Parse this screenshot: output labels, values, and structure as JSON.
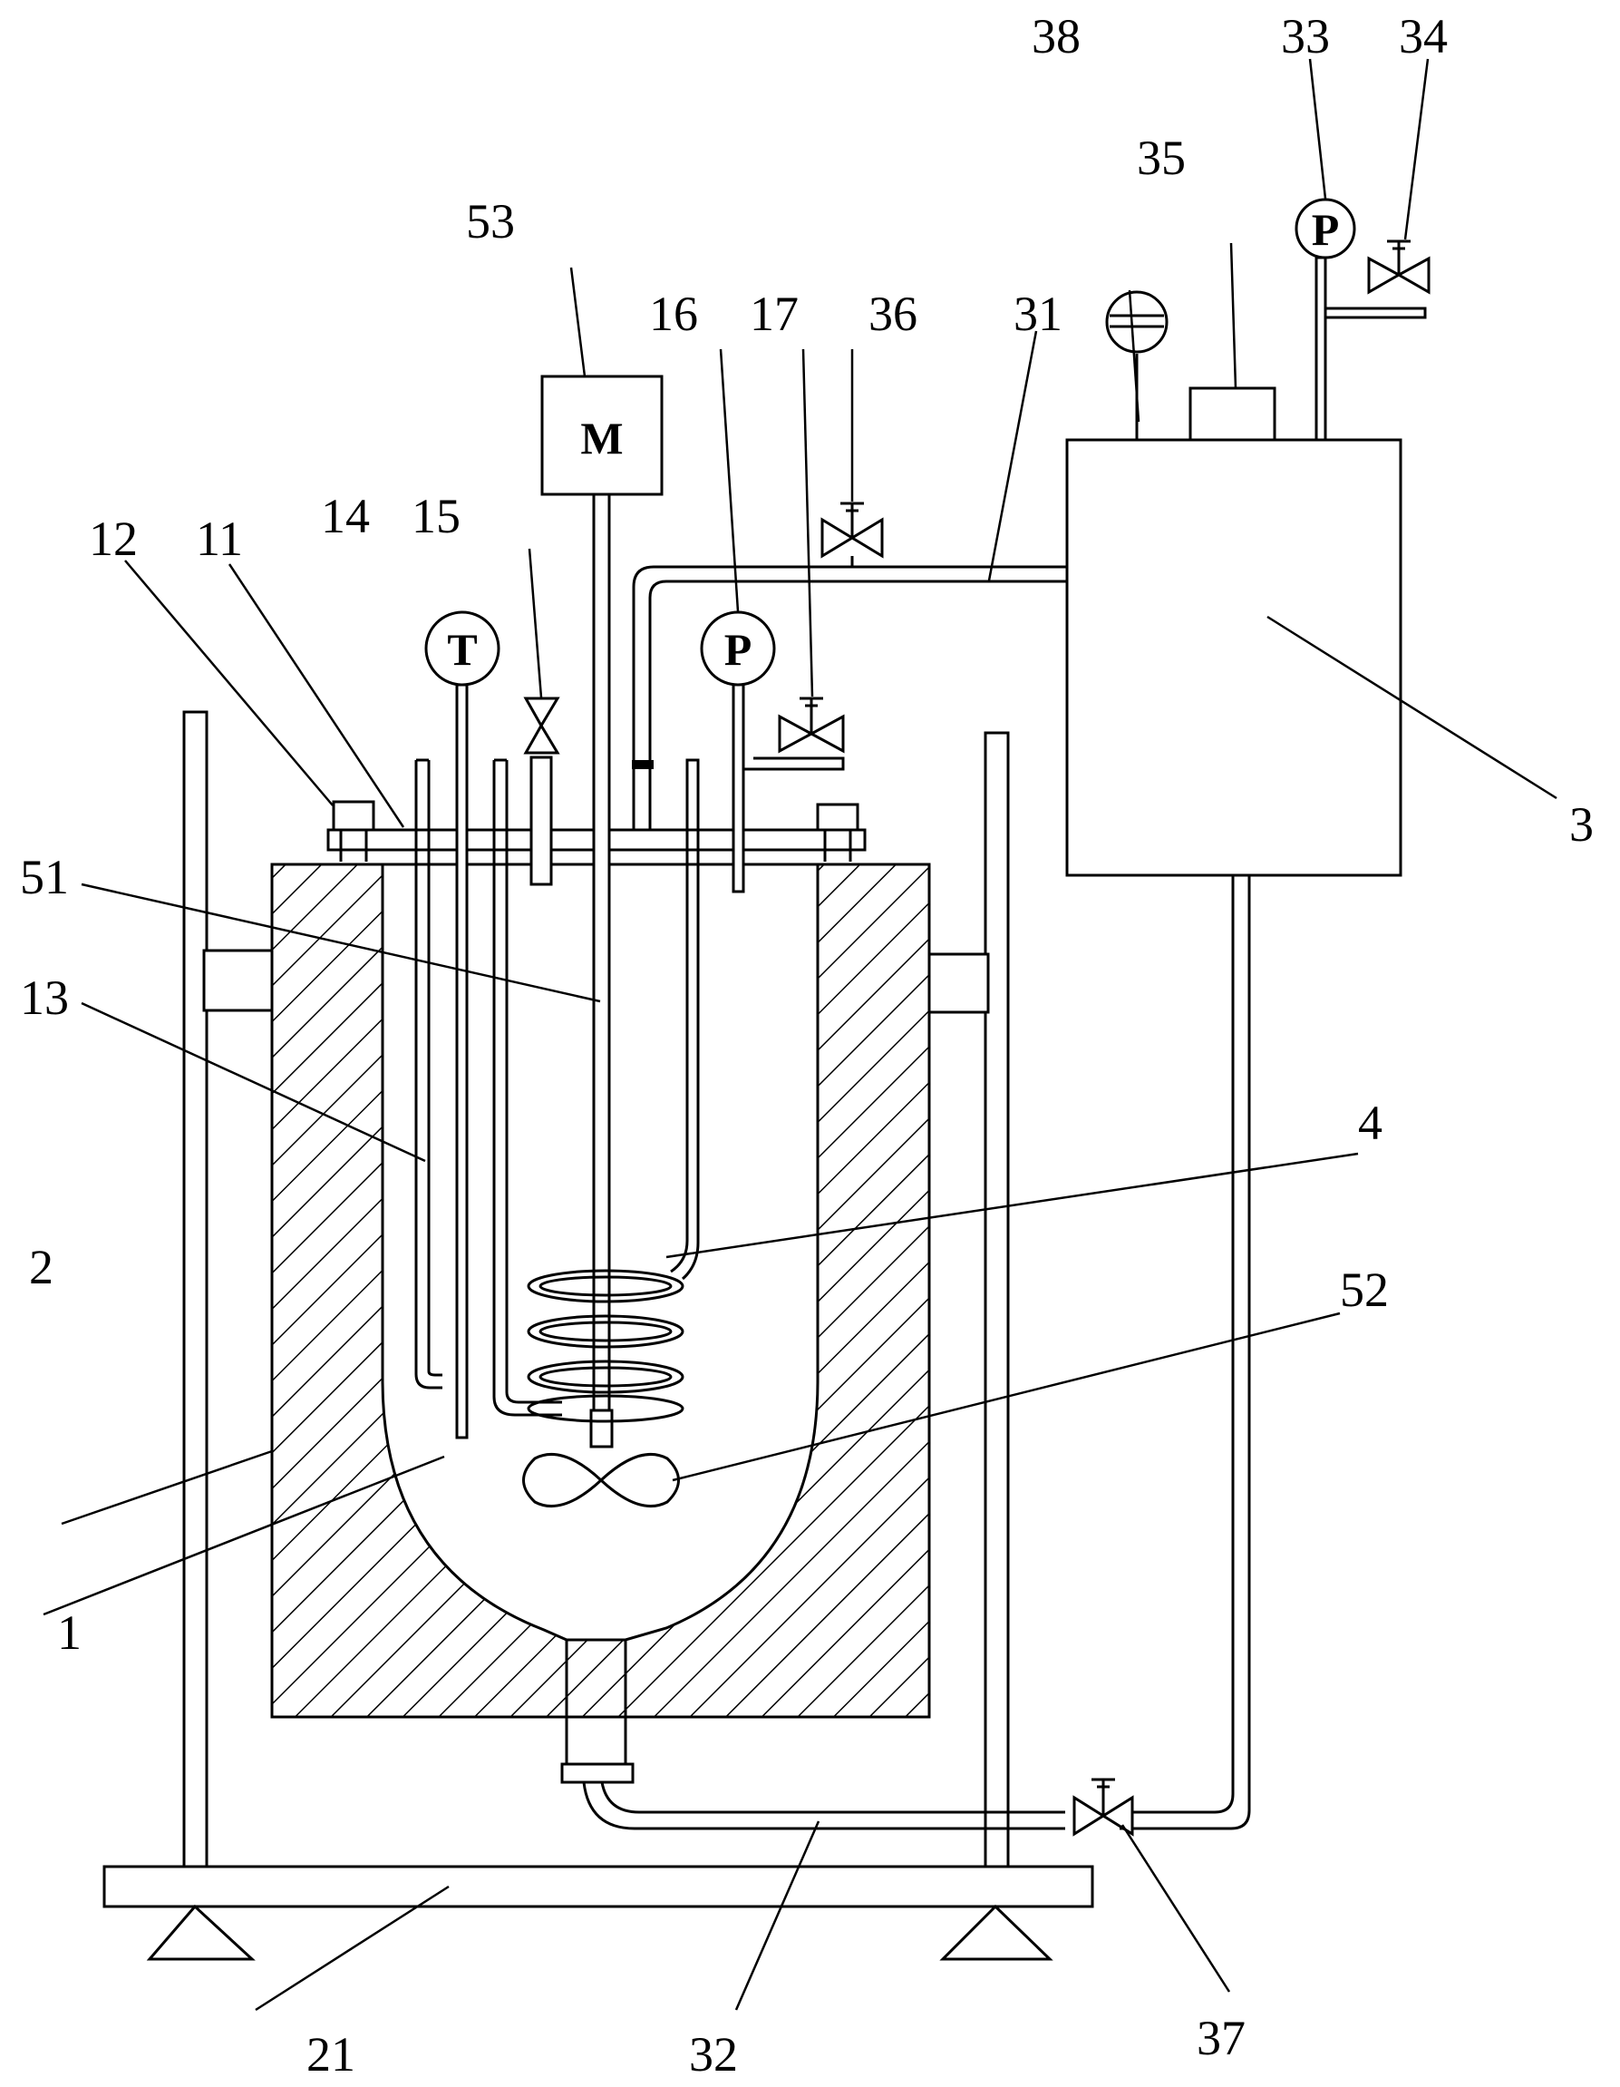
{
  "symbols": {
    "motor": "M",
    "temperature": "T",
    "pressure_reactor": "P",
    "pressure_tank": "P"
  },
  "labels": {
    "l1": "1",
    "l2": "2",
    "l3": "3",
    "l4": "4",
    "l11": "11",
    "l12": "12",
    "l13": "13",
    "l14": "14",
    "l15": "15",
    "l16": "16",
    "l17": "17",
    "l21": "21",
    "l31": "31",
    "l32": "32",
    "l33": "33",
    "l34": "34",
    "l35": "35",
    "l36": "36",
    "l37": "37",
    "l38": "38",
    "l51": "51",
    "l52": "52",
    "l53": "53"
  }
}
